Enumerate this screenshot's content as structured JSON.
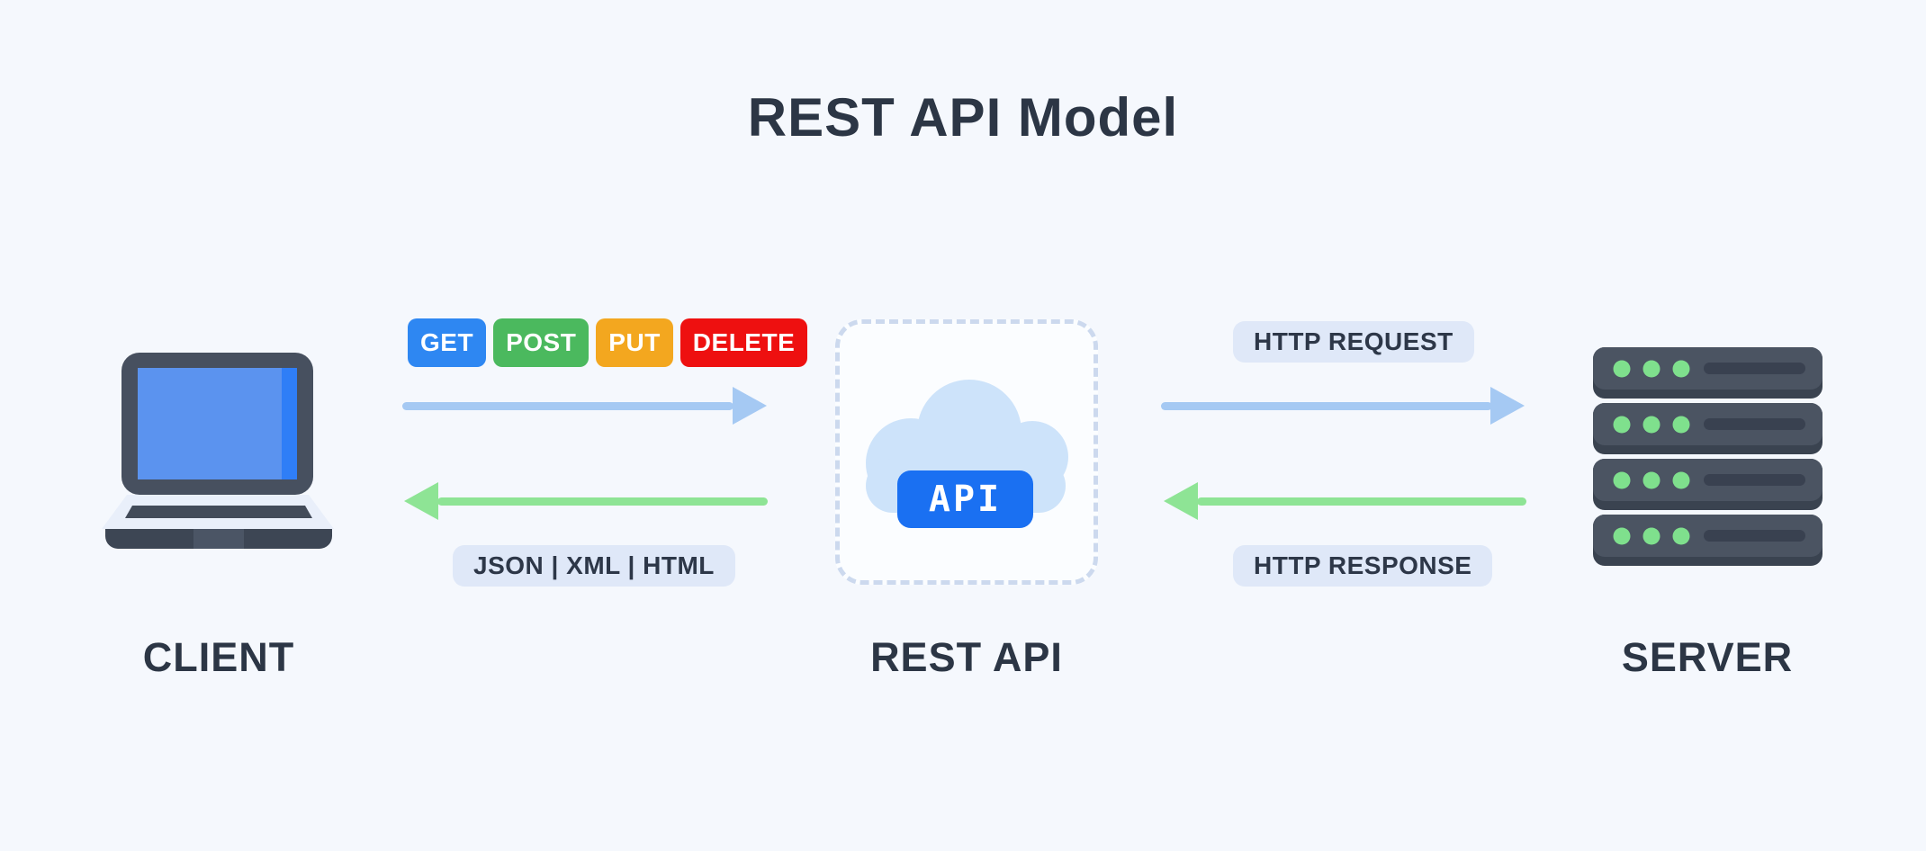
{
  "title": "REST API Model",
  "nodes": {
    "client": {
      "label": "CLIENT",
      "icon": "laptop-icon"
    },
    "rest_api": {
      "label": "REST API",
      "icon": "cloud-icon",
      "badge": "API"
    },
    "server": {
      "label": "SERVER",
      "icon": "server-icon"
    }
  },
  "client_to_api": {
    "methods": [
      {
        "label": "GET",
        "color": "#2e87f2"
      },
      {
        "label": "POST",
        "color": "#4bb95e"
      },
      {
        "label": "PUT",
        "color": "#f3a71f"
      },
      {
        "label": "DELETE",
        "color": "#ee1010"
      }
    ],
    "formats": "JSON | XML | HTML"
  },
  "api_to_server": {
    "request": "HTTP REQUEST",
    "response": "HTTP RESPONSE"
  },
  "colors": {
    "background": "#f5f8fd",
    "heading_text": "#2c3645",
    "request_arrow": "#a5c9f3",
    "response_arrow": "#8ee495",
    "label_pill_bg": "#dfe8f8",
    "label_pill_text": "#2d3748",
    "api_badge_bg": "#1a70f2",
    "cloud_fill": "#cde3fa"
  }
}
